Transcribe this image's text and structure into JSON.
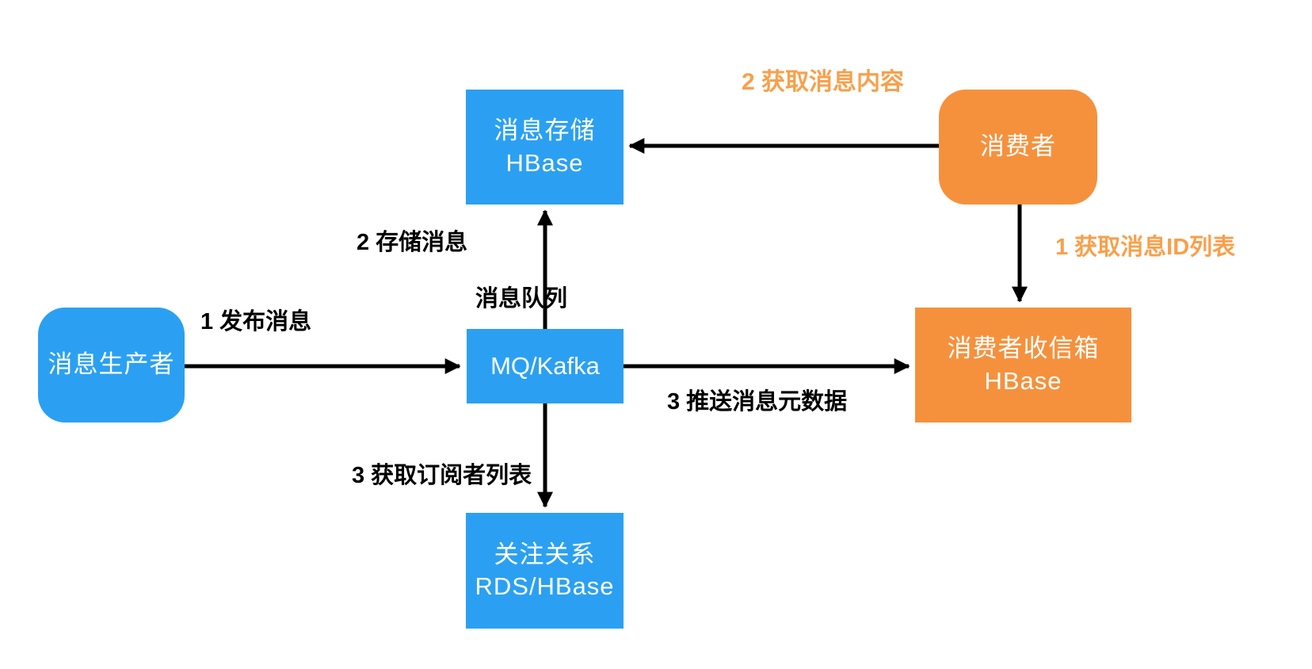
{
  "colors": {
    "blue_box": "#2BA0F2",
    "orange_box": "#F5913D",
    "orange_label": "#F8A04B",
    "arrow": "#000000",
    "box_text": "#FFFFFF",
    "label_text": "#000000",
    "background": "#FFFFFF"
  },
  "nodes": {
    "producer": {
      "line1": "消息生产者"
    },
    "mq": {
      "line1": "MQ/Kafka"
    },
    "storage": {
      "line1": "消息存储",
      "line2": "HBase"
    },
    "follow": {
      "line1": "关注关系",
      "line2": "RDS/HBase"
    },
    "consumer": {
      "line1": "消费者"
    },
    "inbox": {
      "line1": "消费者收信箱",
      "line2": "HBase"
    }
  },
  "labels": {
    "publish": "1 发布消息",
    "store": "2 存储消息",
    "queue": "消息队列",
    "subscribers": "3 获取订阅者列表",
    "metadata": "3 推送消息元数据",
    "content": "2 获取消息内容",
    "idlist": "1 获取消息ID列表"
  }
}
